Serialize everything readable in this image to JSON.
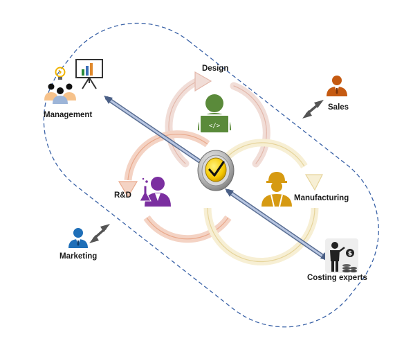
{
  "labels": {
    "design": "Design",
    "management": "Management",
    "sales": "Sales",
    "rnd": "R&D",
    "manufacturing": "Manufacturing",
    "marketing": "Marketing",
    "costing": "Costing experts"
  },
  "icons": {
    "management": "team-presentation-icon",
    "sales": "businessman-icon",
    "design": "developer-laptop-icon",
    "rnd": "scientist-icon",
    "manufacturing": "engineer-hardhat-icon",
    "marketing": "businessman-icon",
    "costing": "cost-expert-icon",
    "center": "checkmark-badge-icon"
  },
  "colors": {
    "boundary": "#3a62a7",
    "design_cycle": "#e9c8bf",
    "rnd_cycle": "#e9b29a",
    "manufacturing_cycle": "#efe2b5",
    "design_person": "#5a8a3a",
    "rnd_person": "#7b2fa0",
    "manufacturing_person": "#d69a12",
    "sales_person": "#c55a11",
    "marketing_person": "#1f6fb8",
    "costing_person": "#222222",
    "check_badge": "#f6c800",
    "connector": "#8aa0c8"
  }
}
